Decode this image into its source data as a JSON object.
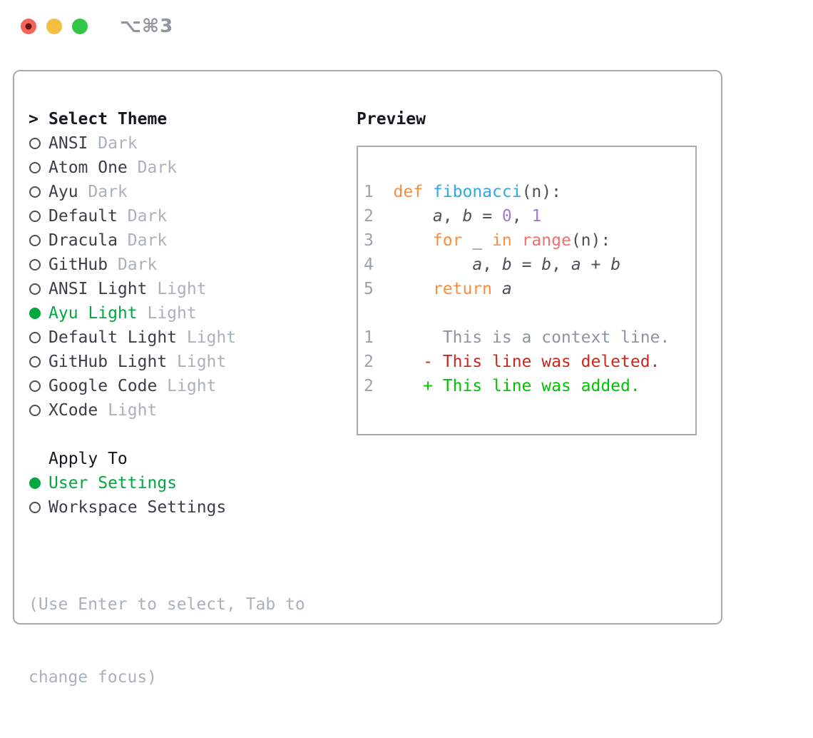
{
  "window": {
    "shortcut": "⌥⌘3"
  },
  "colors": {
    "accent_green": "#00a83e",
    "diff_added": "#00c300",
    "diff_removed": "#c9281d",
    "syntax_keyword": "#fa8d3e",
    "syntax_function": "#2ea8e6",
    "syntax_number": "#a37acc",
    "syntax_builtin": "#f07171",
    "code_text": "#4a5056",
    "line_number": "#9aa3ac",
    "context_text": "#8d959d",
    "dim_text": "#a9b2bb",
    "item_text": "#3a4046",
    "heading_text": "#15191d",
    "circle_stroke": "#4b5158",
    "border": "#a4abb3",
    "traffic_red": "#f4645a",
    "traffic_yellow": "#f5be40",
    "traffic_green": "#33c748"
  },
  "theme_list": {
    "pointer": ">",
    "heading": "Select Theme",
    "items": [
      {
        "name": "ANSI",
        "variant": "Dark",
        "selected": false
      },
      {
        "name": "Atom One",
        "variant": "Dark",
        "selected": false
      },
      {
        "name": "Ayu",
        "variant": "Dark",
        "selected": false
      },
      {
        "name": "Default",
        "variant": "Dark",
        "selected": false
      },
      {
        "name": "Dracula",
        "variant": "Dark",
        "selected": false
      },
      {
        "name": "GitHub",
        "variant": "Dark",
        "selected": false
      },
      {
        "name": "ANSI Light",
        "variant": "Light",
        "selected": false
      },
      {
        "name": "Ayu Light",
        "variant": "Light",
        "selected": true
      },
      {
        "name": "Default Light",
        "variant": "Light",
        "selected": false
      },
      {
        "name": "GitHub Light",
        "variant": "Light",
        "selected": false
      },
      {
        "name": "Google Code",
        "variant": "Light",
        "selected": false
      },
      {
        "name": "XCode",
        "variant": "Light",
        "selected": false
      }
    ]
  },
  "apply_to": {
    "heading": "Apply To",
    "options": [
      {
        "label": "User Settings",
        "selected": true
      },
      {
        "label": "Workspace Settings",
        "selected": false
      }
    ]
  },
  "hint": {
    "line1": "(Use Enter to select, Tab to",
    "line2": "change focus)"
  },
  "preview": {
    "heading": "Preview",
    "lines": [
      {
        "kind": "code",
        "num": "1",
        "parts": [
          [
            "def",
            "keyword"
          ],
          [
            " ",
            "plain"
          ],
          [
            "fibonacci",
            "function"
          ],
          [
            "(n):",
            "plain"
          ]
        ]
      },
      {
        "kind": "code",
        "num": "2",
        "parts": [
          [
            "    ",
            "plain"
          ],
          [
            "a",
            "var"
          ],
          [
            ", ",
            "plain"
          ],
          [
            "b",
            "var"
          ],
          [
            " = ",
            "plain"
          ],
          [
            "0",
            "number"
          ],
          [
            ", ",
            "plain"
          ],
          [
            "1",
            "number"
          ]
        ]
      },
      {
        "kind": "code",
        "num": "3",
        "parts": [
          [
            "    ",
            "plain"
          ],
          [
            "for",
            "keyword"
          ],
          [
            " _ ",
            "plain"
          ],
          [
            "in",
            "keyword"
          ],
          [
            " ",
            "plain"
          ],
          [
            "range",
            "builtin"
          ],
          [
            "(n):",
            "plain"
          ]
        ]
      },
      {
        "kind": "code",
        "num": "4",
        "parts": [
          [
            "        ",
            "plain"
          ],
          [
            "a",
            "var"
          ],
          [
            ", ",
            "plain"
          ],
          [
            "b",
            "var"
          ],
          [
            " = ",
            "plain"
          ],
          [
            "b",
            "var"
          ],
          [
            ", ",
            "plain"
          ],
          [
            "a",
            "var"
          ],
          [
            " + ",
            "plain"
          ],
          [
            "b",
            "var"
          ]
        ]
      },
      {
        "kind": "code",
        "num": "5",
        "parts": [
          [
            "    ",
            "plain"
          ],
          [
            "return",
            "keyword"
          ],
          [
            " ",
            "plain"
          ],
          [
            "a",
            "var"
          ]
        ]
      },
      {
        "kind": "blank",
        "num": "",
        "parts": []
      },
      {
        "kind": "context",
        "num": "1",
        "parts": [
          [
            "     This is a context line.",
            "context"
          ]
        ]
      },
      {
        "kind": "deleted",
        "num": "2",
        "parts": [
          [
            "   - This line was deleted.",
            "deleted"
          ]
        ]
      },
      {
        "kind": "added",
        "num": "2",
        "parts": [
          [
            "   + This line was added.",
            "added"
          ]
        ]
      }
    ]
  }
}
